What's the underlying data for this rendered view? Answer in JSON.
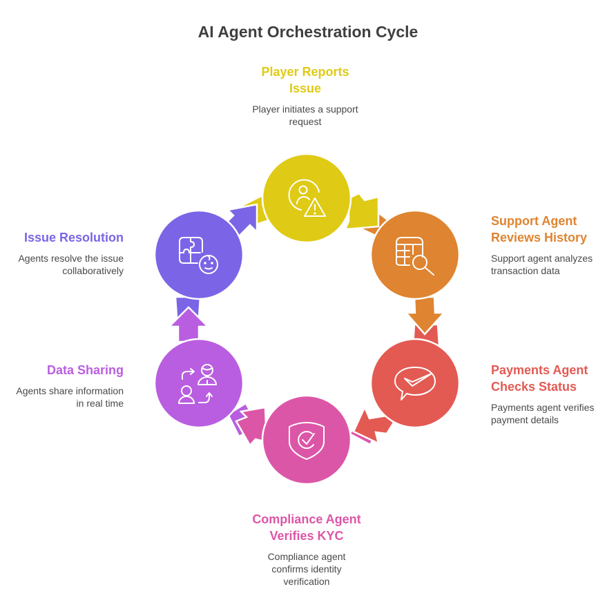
{
  "title": "AI Agent Orchestration Cycle",
  "steps": [
    {
      "heading_line1": "Player Reports",
      "heading_line2": "Issue",
      "desc_line1": "Player initiates a support",
      "desc_line2": "request",
      "desc_line3": "",
      "color": "#dfca15",
      "icon": "user-alert-icon"
    },
    {
      "heading_line1": "Support Agent",
      "heading_line2": "Reviews History",
      "desc_line1": "Support agent analyzes",
      "desc_line2": "transaction data",
      "desc_line3": "",
      "color": "#df8430",
      "icon": "table-search-icon"
    },
    {
      "heading_line1": "Payments Agent",
      "heading_line2": "Checks Status",
      "desc_line1": "Payments agent verifies",
      "desc_line2": "payment details",
      "desc_line3": "",
      "color": "#e35a53",
      "icon": "chat-check-icon"
    },
    {
      "heading_line1": "Compliance Agent",
      "heading_line2": "Verifies KYC",
      "desc_line1": "Compliance agent",
      "desc_line2": "confirms identity",
      "desc_line3": "verification",
      "color": "#dc56a7",
      "icon": "shield-check-icon"
    },
    {
      "heading_line1": "Data Sharing",
      "heading_line2": "",
      "desc_line1": "Agents share information",
      "desc_line2": "in real time",
      "desc_line3": "",
      "color": "#b95ee0",
      "icon": "people-exchange-icon"
    },
    {
      "heading_line1": "Issue Resolution",
      "heading_line2": "",
      "desc_line1": "Agents resolve the issue",
      "desc_line2": "collaboratively",
      "desc_line3": "",
      "color": "#7b65e6",
      "icon": "puzzle-face-icon"
    }
  ]
}
